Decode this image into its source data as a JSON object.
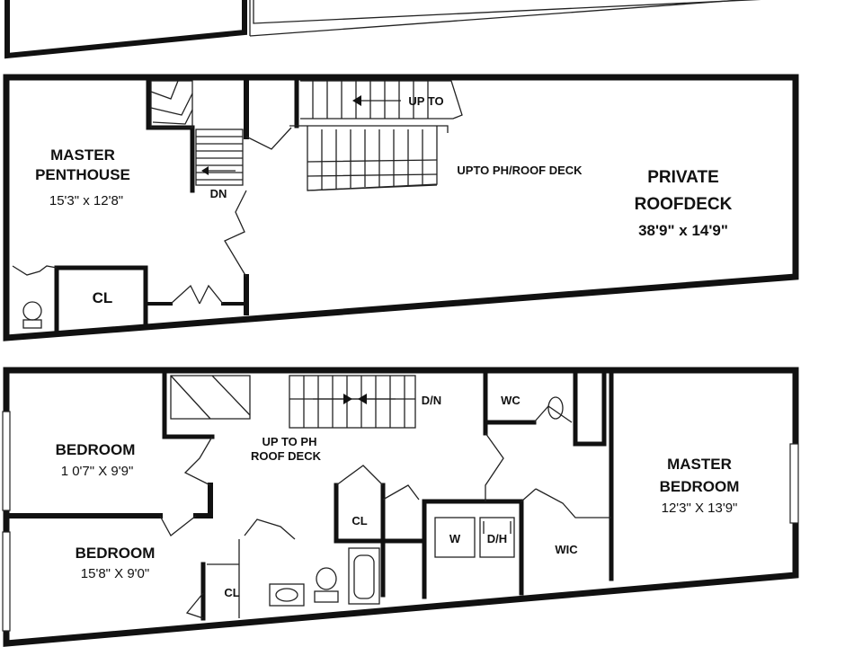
{
  "floor_plan": {
    "upper_floor": {
      "master_penthouse": {
        "name_line1": "MASTER",
        "name_line2": "PENTHOUSE",
        "dims": "15'3\" x 12'8\""
      },
      "private_roofdeck": {
        "name_line1": "PRIVATE",
        "name_line2": "ROOFDECK",
        "dims": "38'9\" x 14'9\""
      },
      "closet": "CL",
      "stair_down_label": "DN",
      "stair_up_label": "UP TO",
      "stair_up_note": "UPTO PH/ROOF DECK"
    },
    "lower_floor": {
      "bedroom_1": {
        "name": "BEDROOM",
        "dims": "1 0'7\" X 9'9\""
      },
      "bedroom_2": {
        "name": "BEDROOM",
        "dims": "15'8\" X 9'0\""
      },
      "master_bedroom": {
        "name_line1": "MASTER",
        "name_line2": "BEDROOM",
        "dims": "12'3\" X 13'9\""
      },
      "stair_label_line1": "UP TO PH",
      "stair_label_line2": "ROOF DECK",
      "stair_dn_label": "D/N",
      "wc": "WC",
      "closet_1": "CL",
      "closet_2": "CL",
      "washer": "W",
      "dryer": "D/H",
      "wic": "WIC"
    }
  }
}
